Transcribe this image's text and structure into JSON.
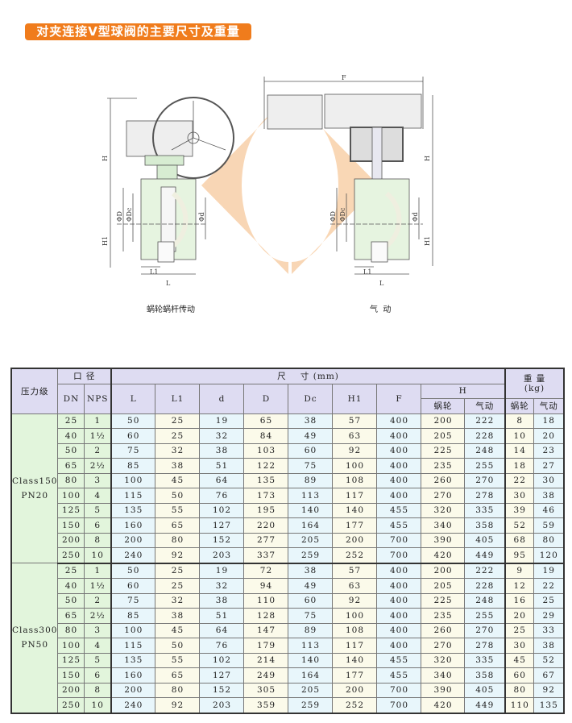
{
  "title": "对夹连接V型球阀的主要尺寸及重量",
  "drawing": {
    "left_caption": "蜗轮蜗杆传动",
    "right_caption": "气  动",
    "dims": {
      "H": "H",
      "H1": "H1",
      "D": "ΦD",
      "Dc": "ΦDc",
      "d": "Φd",
      "L": "L",
      "L1": "L1",
      "F": "F"
    }
  },
  "table": {
    "h_pressure": "压力级",
    "h_bore": "口 径",
    "h_size": "尺    寸 (mm)",
    "h_weight": "重 量\n(kg)",
    "h_dn": "DN",
    "h_nps": "NPS",
    "cols": [
      "L",
      "L1",
      "d",
      "D",
      "Dc",
      "H1",
      "F"
    ],
    "h_H": "H",
    "h_worm": "蜗轮",
    "h_pneu": "气动",
    "w_worm": "蜗轮",
    "w_pneu": "气动",
    "groups": [
      {
        "label": "Class150\nPN20",
        "rows": [
          [
            "25",
            "1",
            "50",
            "25",
            "19",
            "65",
            "38",
            "57",
            "400",
            "200",
            "222",
            "8",
            "18"
          ],
          [
            "40",
            "1½",
            "60",
            "25",
            "32",
            "84",
            "49",
            "63",
            "400",
            "205",
            "228",
            "10",
            "20"
          ],
          [
            "50",
            "2",
            "75",
            "32",
            "38",
            "103",
            "60",
            "92",
            "400",
            "225",
            "248",
            "14",
            "23"
          ],
          [
            "65",
            "2½",
            "85",
            "38",
            "51",
            "122",
            "75",
            "100",
            "400",
            "235",
            "255",
            "18",
            "27"
          ],
          [
            "80",
            "3",
            "100",
            "45",
            "64",
            "135",
            "89",
            "108",
            "400",
            "260",
            "270",
            "22",
            "30"
          ],
          [
            "100",
            "4",
            "115",
            "50",
            "76",
            "173",
            "113",
            "117",
            "400",
            "270",
            "278",
            "30",
            "38"
          ],
          [
            "125",
            "5",
            "135",
            "55",
            "102",
            "195",
            "140",
            "140",
            "455",
            "320",
            "335",
            "39",
            "46"
          ],
          [
            "150",
            "6",
            "160",
            "65",
            "127",
            "220",
            "164",
            "177",
            "455",
            "340",
            "358",
            "52",
            "59"
          ],
          [
            "200",
            "8",
            "200",
            "80",
            "152",
            "277",
            "205",
            "200",
            "700",
            "390",
            "405",
            "68",
            "80"
          ],
          [
            "250",
            "10",
            "240",
            "92",
            "203",
            "337",
            "259",
            "252",
            "700",
            "420",
            "449",
            "95",
            "120"
          ]
        ]
      },
      {
        "label": "Class300\nPN50",
        "rows": [
          [
            "25",
            "1",
            "50",
            "25",
            "19",
            "72",
            "38",
            "57",
            "400",
            "200",
            "222",
            "9",
            "19"
          ],
          [
            "40",
            "1½",
            "60",
            "25",
            "32",
            "94",
            "49",
            "63",
            "400",
            "205",
            "228",
            "12",
            "22"
          ],
          [
            "50",
            "2",
            "75",
            "32",
            "38",
            "110",
            "60",
            "92",
            "400",
            "225",
            "248",
            "16",
            "25"
          ],
          [
            "65",
            "2½",
            "85",
            "38",
            "51",
            "128",
            "75",
            "100",
            "400",
            "235",
            "255",
            "20",
            "29"
          ],
          [
            "80",
            "3",
            "100",
            "45",
            "64",
            "147",
            "89",
            "108",
            "400",
            "260",
            "270",
            "25",
            "33"
          ],
          [
            "100",
            "4",
            "115",
            "50",
            "76",
            "179",
            "113",
            "117",
            "400",
            "270",
            "278",
            "30",
            "38"
          ],
          [
            "125",
            "5",
            "135",
            "55",
            "102",
            "214",
            "140",
            "140",
            "455",
            "320",
            "335",
            "45",
            "52"
          ],
          [
            "150",
            "6",
            "160",
            "65",
            "127",
            "249",
            "164",
            "177",
            "455",
            "340",
            "358",
            "60",
            "67"
          ],
          [
            "200",
            "8",
            "200",
            "80",
            "152",
            "305",
            "205",
            "200",
            "700",
            "390",
            "405",
            "80",
            "92"
          ],
          [
            "250",
            "10",
            "240",
            "92",
            "203",
            "359",
            "259",
            "252",
            "700",
            "420",
            "449",
            "110",
            "135"
          ]
        ]
      }
    ]
  }
}
